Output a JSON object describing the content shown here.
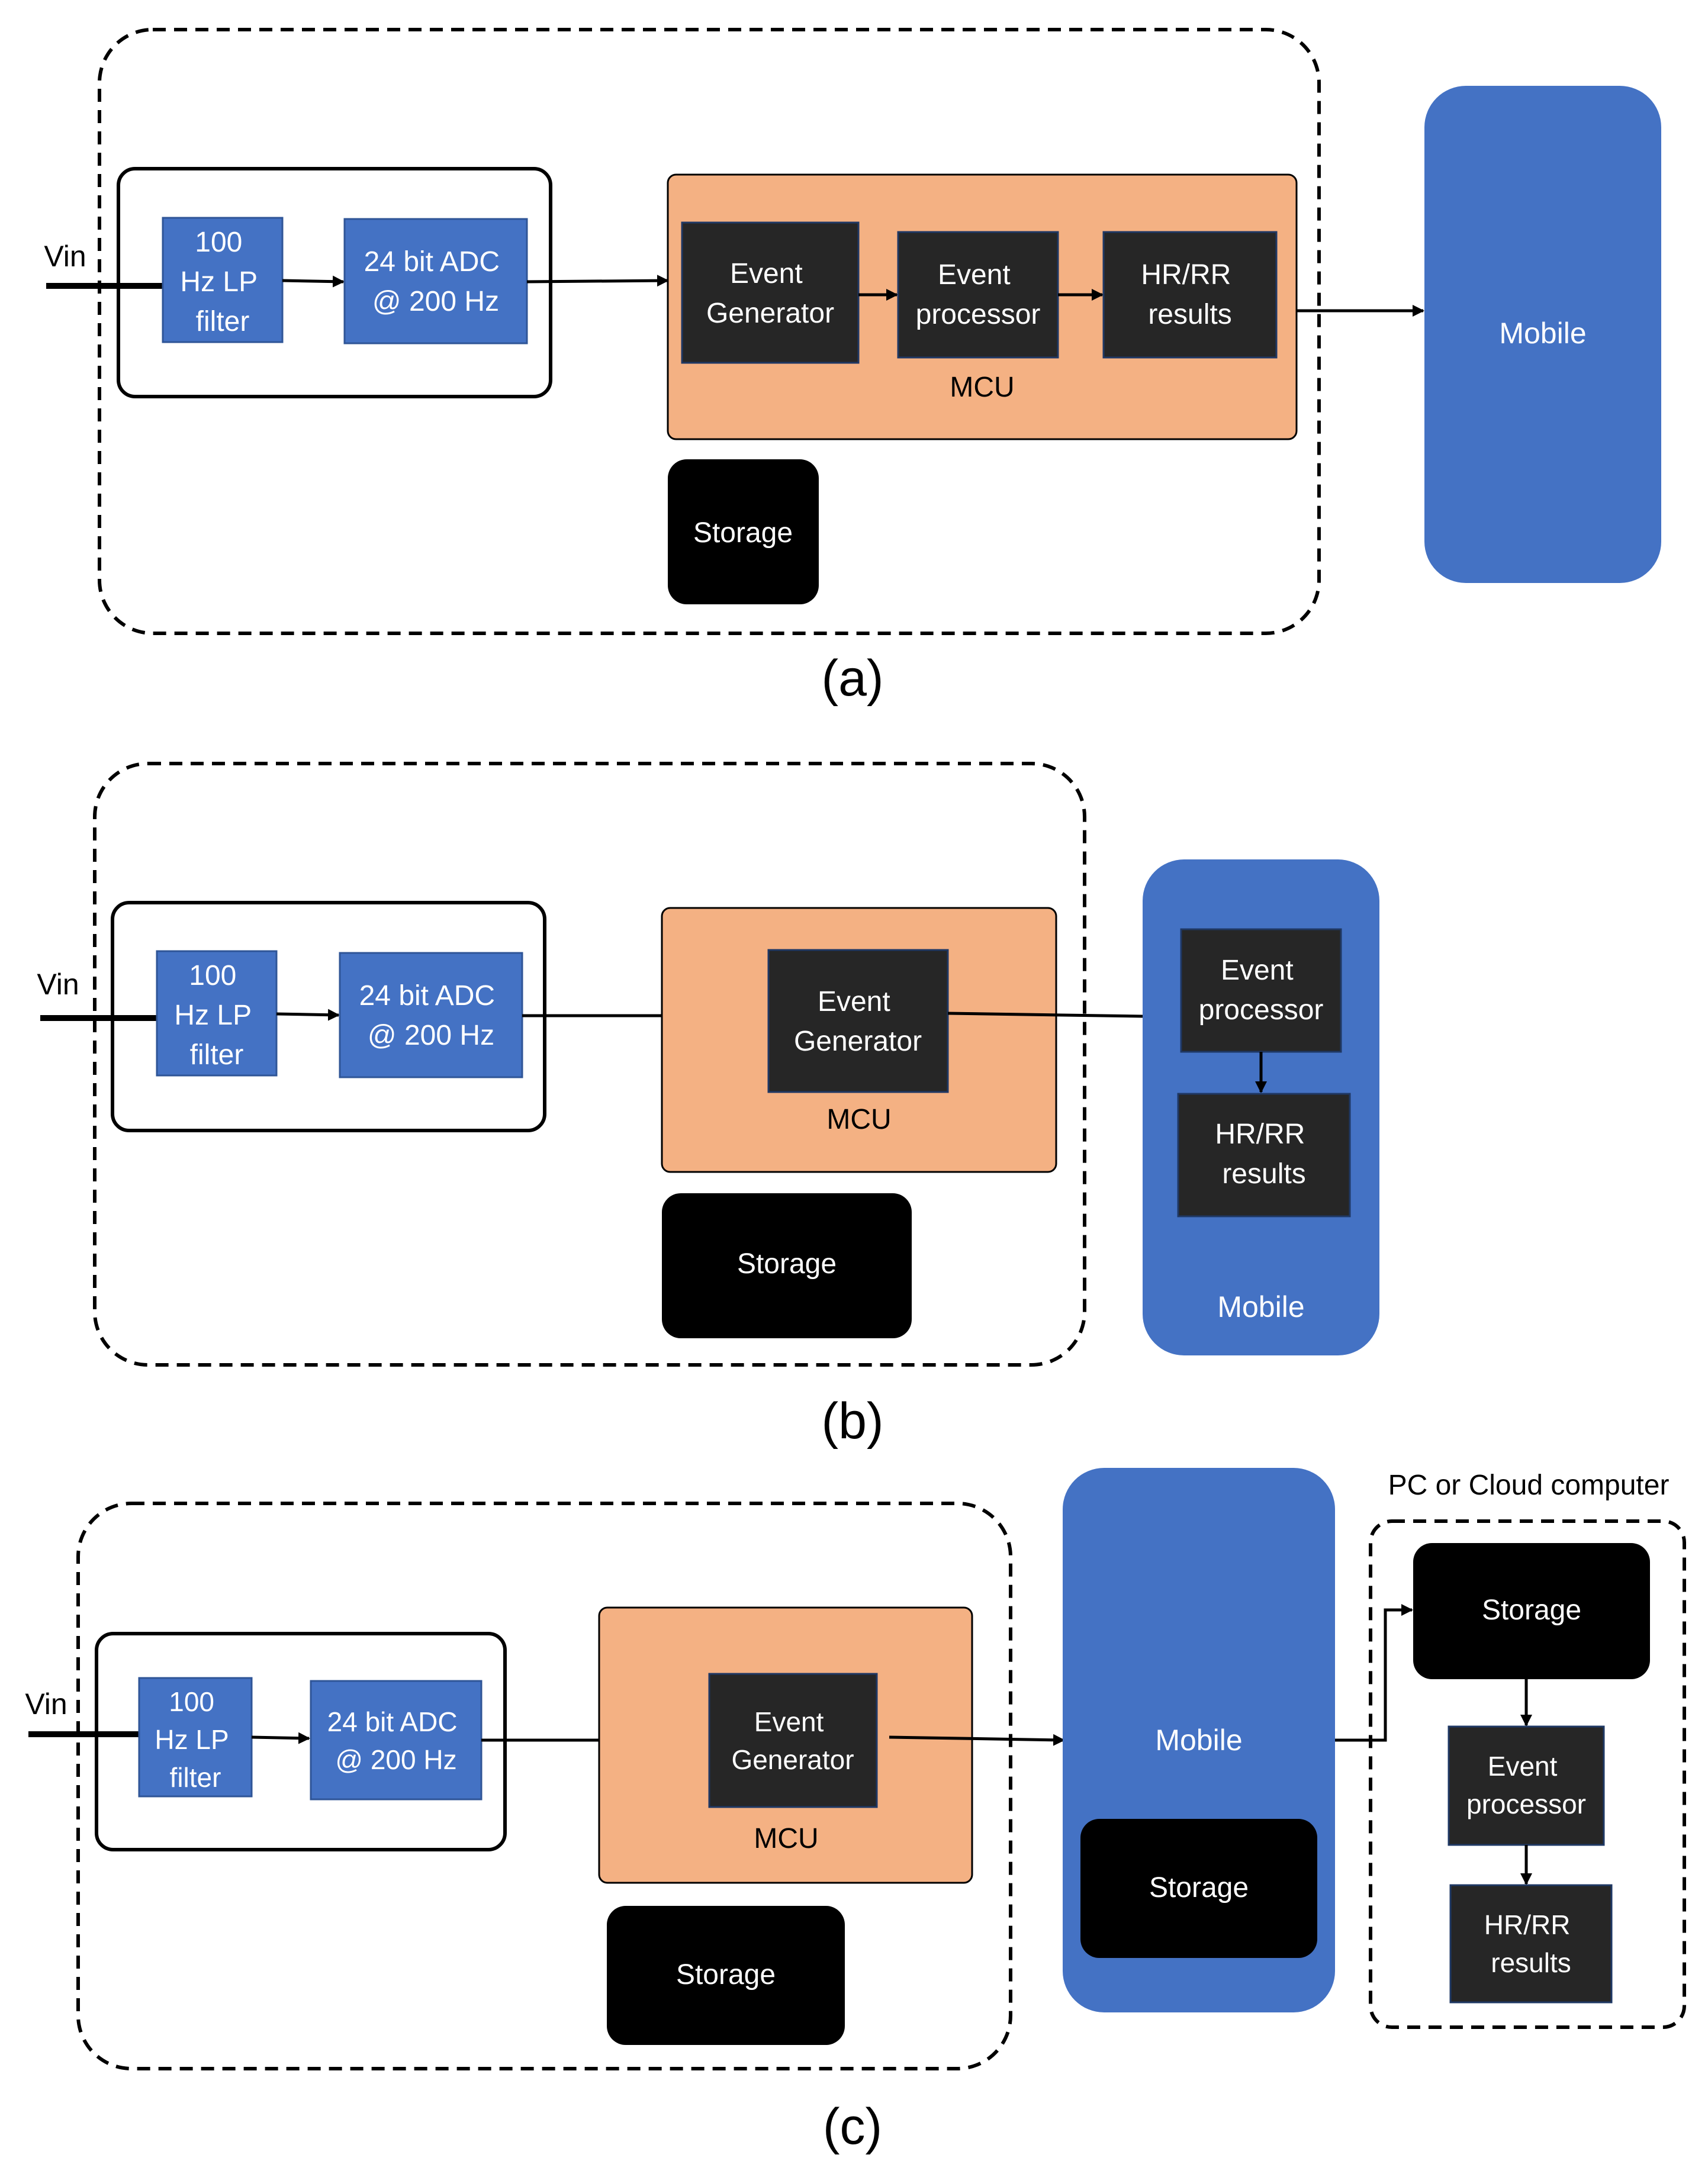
{
  "colors": {
    "blue": "#4472C4",
    "orange": "#F4B183",
    "dark": "#262626",
    "black": "#000000",
    "white": "#ffffff"
  },
  "panel_a": {
    "caption": "(a)",
    "input": "Vin",
    "filter": [
      "100",
      "Hz LP",
      "filter"
    ],
    "adc": [
      "24 bit ADC",
      "@ 200 Hz"
    ],
    "mcu": "MCU",
    "event_generator": [
      "Event",
      "Generator"
    ],
    "event_processor": [
      "Event",
      "processor"
    ],
    "results": [
      "HR/RR",
      "results"
    ],
    "storage": "Storage",
    "mobile": "Mobile"
  },
  "panel_b": {
    "caption": "(b)",
    "input": "Vin",
    "filter": [
      "100",
      "Hz LP",
      "filter"
    ],
    "adc": [
      "24 bit ADC",
      "@ 200 Hz"
    ],
    "mcu": "MCU",
    "event_generator": [
      "Event",
      "Generator"
    ],
    "storage": "Storage",
    "event_processor": [
      "Event",
      "processor"
    ],
    "results": [
      "HR/RR",
      "results"
    ],
    "mobile": "Mobile"
  },
  "panel_c": {
    "caption": "(c)",
    "input": "Vin",
    "filter": [
      "100",
      "Hz LP",
      "filter"
    ],
    "adc": [
      "24 bit ADC",
      "@ 200 Hz"
    ],
    "mcu": "MCU",
    "event_generator": [
      "Event",
      "Generator"
    ],
    "storage": "Storage",
    "mobile": "Mobile",
    "mobile_storage": "Storage",
    "cloud_title": "PC or Cloud computer",
    "cloud_storage": "Storage",
    "event_processor": [
      "Event",
      "processor"
    ],
    "results": [
      "HR/RR",
      "results"
    ]
  }
}
